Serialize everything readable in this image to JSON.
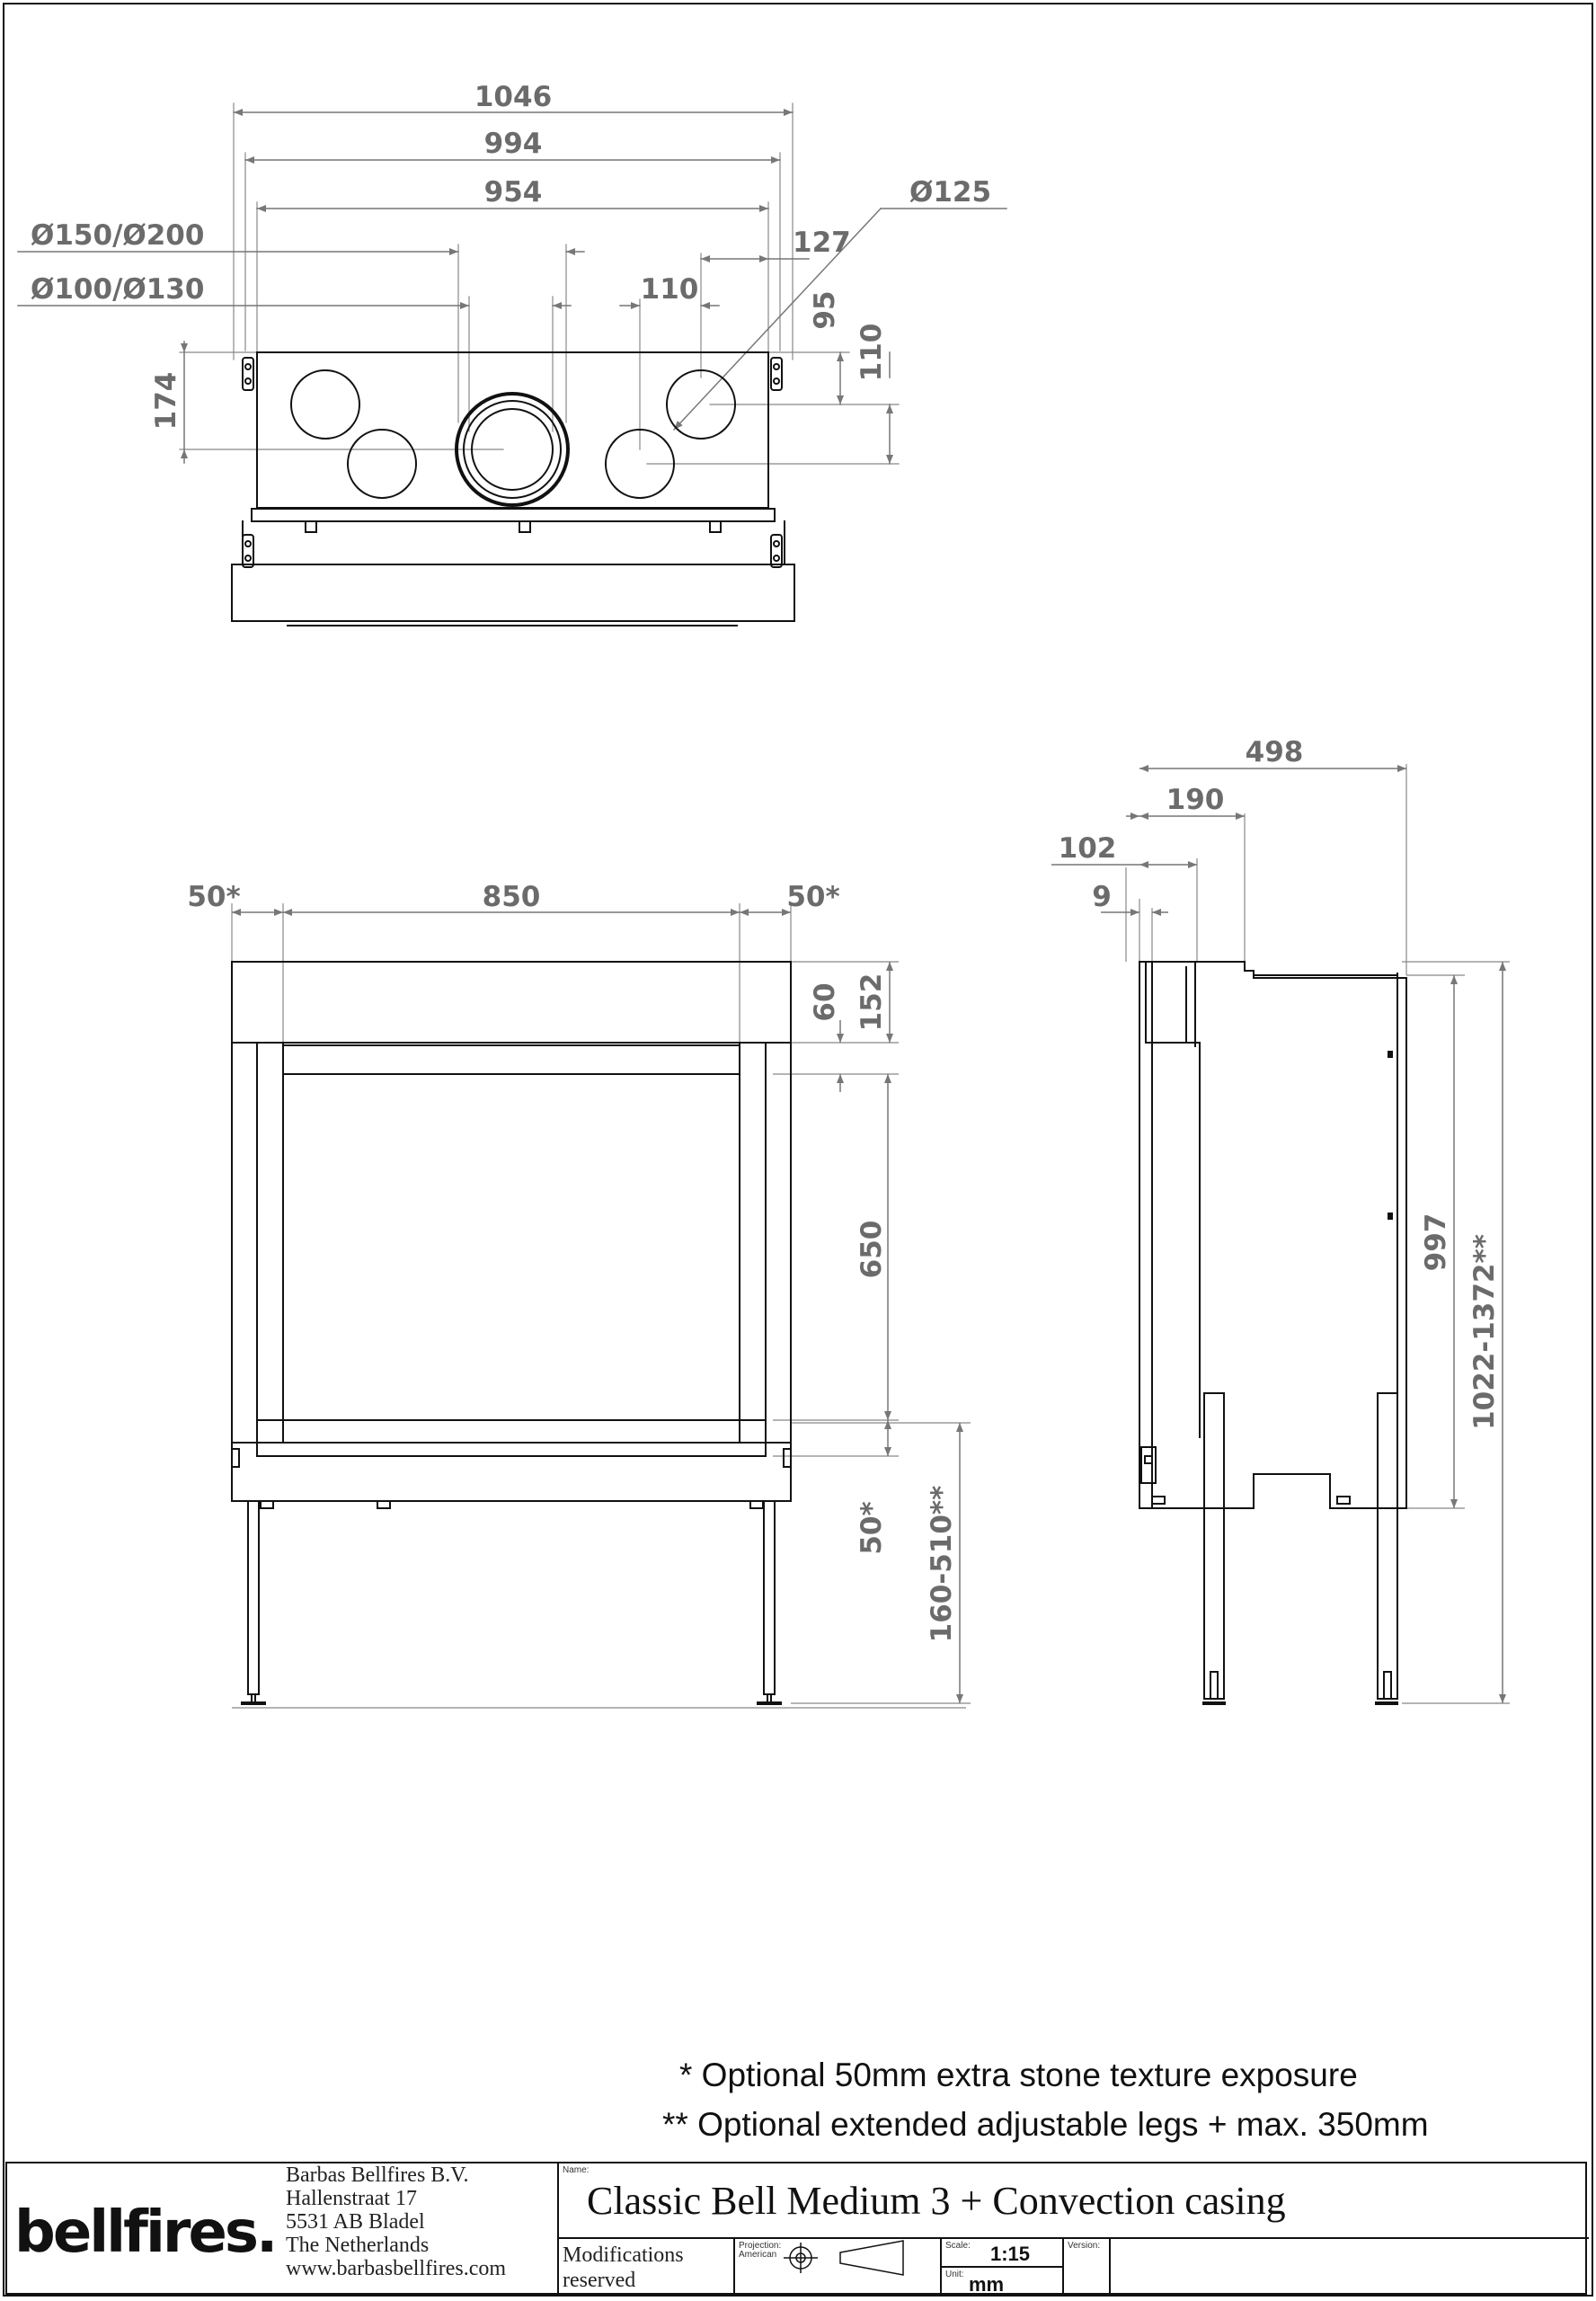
{
  "top_view": {
    "dims": {
      "w1046": "1046",
      "w994": "994",
      "w954": "954",
      "d150_200": "Ø150/Ø200",
      "d100_130": "Ø100/Ø130",
      "d125": "Ø125",
      "w127": "127",
      "w110": "110",
      "h95": "95",
      "h110": "110",
      "h174": "174"
    }
  },
  "front_view": {
    "dims": {
      "side_left": "50*",
      "width_850": "850",
      "side_right": "50*",
      "h60": "60",
      "h152": "152",
      "h650": "650",
      "h50": "50*",
      "legs": "160-510**"
    }
  },
  "side_view": {
    "dims": {
      "d498": "498",
      "d190": "190",
      "d102": "102",
      "d9": "9",
      "h997": "997",
      "h_total": "1022-1372**"
    }
  },
  "notes": {
    "note1": "* Optional 50mm extra stone texture exposure",
    "note2": "** Optional extended adjustable legs + max. 350mm"
  },
  "title_block": {
    "logo": "bellfires.",
    "company": "Barbas Bellfires B.V.",
    "street": "Hallenstraat 17",
    "postcode": "5531 AB Bladel",
    "country": "The Netherlands",
    "website": "www.barbasbellfires.com",
    "name_label": "Name:",
    "name": "Classic Bell Medium 3 + Convection casing",
    "modifications_1": "Modifications",
    "modifications_2": "reserved",
    "projection_label": "Projection:",
    "projection_value": "American",
    "scale_label": "Scale:",
    "scale": "1:15",
    "version_label": "Version:",
    "unit_label": "Unit:",
    "unit": "mm"
  }
}
